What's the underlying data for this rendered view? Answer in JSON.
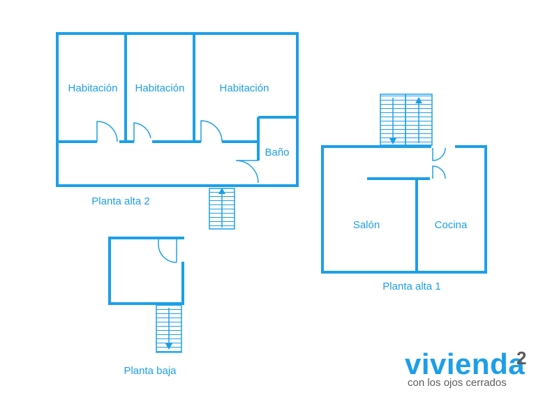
{
  "colors": {
    "wall": "#1c9fe8",
    "text": "#1c9fe8",
    "logo_gray": "#5c5c5c",
    "background": "#ffffff"
  },
  "floors": {
    "planta_alta_2": {
      "label": "Planta alta 2",
      "rooms": {
        "habitacion_1": "Habitación",
        "habitacion_2": "Habitación",
        "habitacion_3": "Habitación",
        "bano": "Baño"
      }
    },
    "planta_alta_1": {
      "label": "Planta alta 1",
      "rooms": {
        "salon": "Salón",
        "cocina": "Cocina"
      }
    },
    "planta_baja": {
      "label": "Planta baja"
    }
  },
  "logo": {
    "name": "vivienda",
    "superscript": "2",
    "tagline": "con los ojos cerrados"
  },
  "icons": [
    "stairs-icon",
    "arrow-up-icon",
    "arrow-down-icon",
    "door-swing-icon"
  ]
}
